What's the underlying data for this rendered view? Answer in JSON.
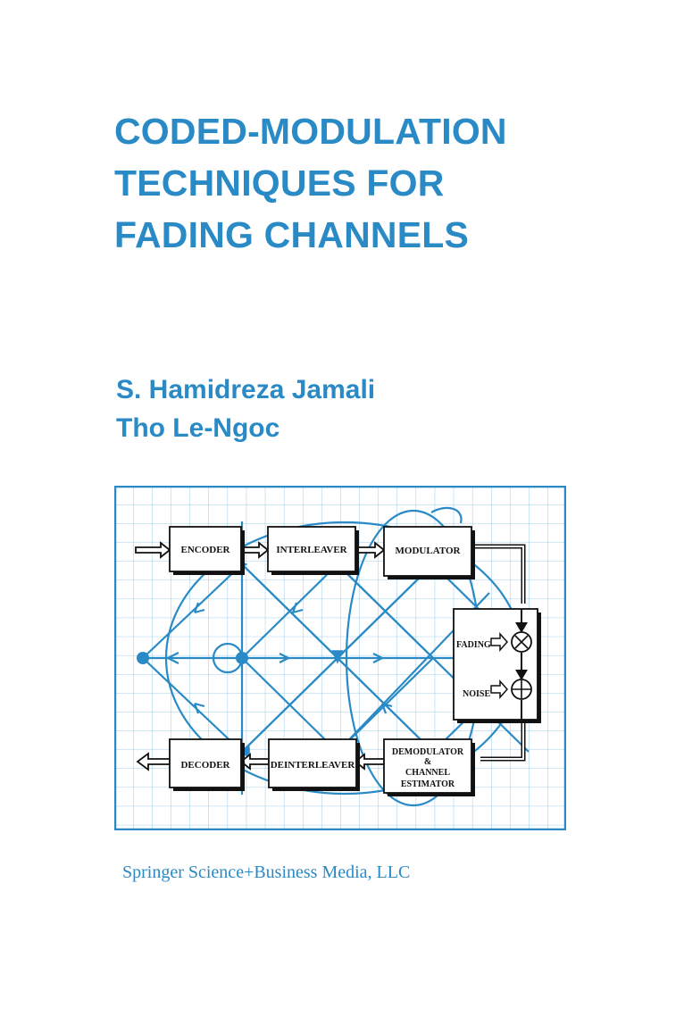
{
  "cover": {
    "title_lines": [
      "CODED-MODULATION",
      "TECHNIQUES FOR",
      "FADING CHANNELS"
    ],
    "authors": [
      "S. Hamidreza Jamali",
      "Tho Le-Ngoc"
    ],
    "publisher": "Springer Science+Business Media, LLC"
  },
  "diagram": {
    "blocks": {
      "encoder": "ENCODER",
      "interleaver": "INTERLEAVER",
      "modulator": "MODULATOR",
      "decoder": "DECODER",
      "deinterleaver": "DEINTERLEAVER",
      "demod_line1": "DEMODULATOR",
      "demod_line2": "&",
      "demod_line3": "CHANNEL",
      "demod_line4": "ESTIMATOR"
    },
    "channel": {
      "fading": "FADING",
      "noise": "NOISE"
    }
  },
  "colors": {
    "accent": "#2a8ac6",
    "grid": "#3f9fd4",
    "ink": "#111111"
  }
}
